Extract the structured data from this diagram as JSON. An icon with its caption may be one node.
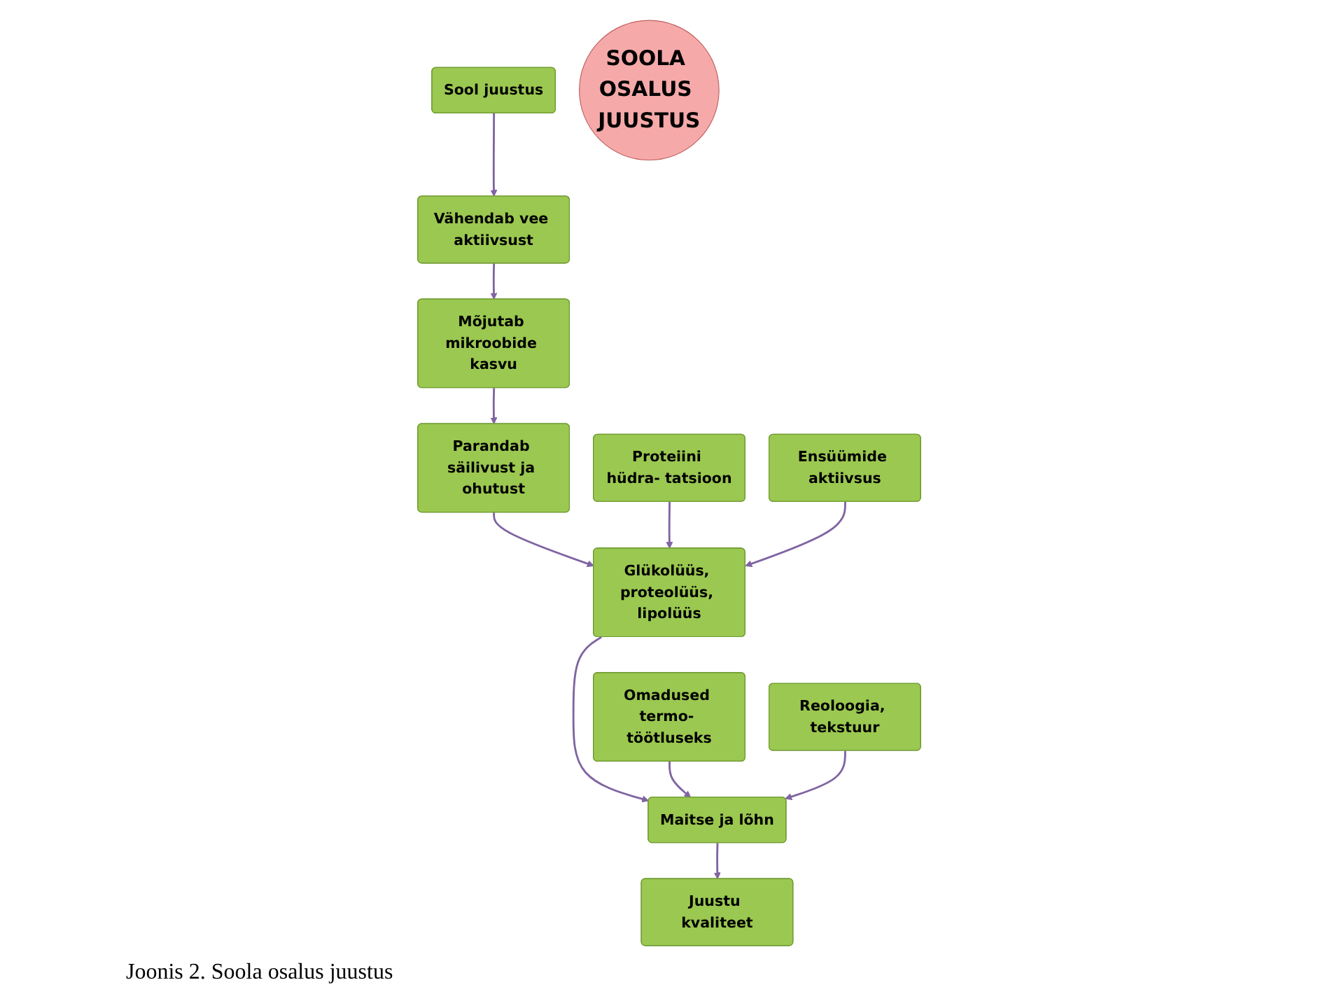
{
  "diagram": {
    "caption": "Joonis 2. Soola osalus juustus",
    "nodes": [
      {
        "text": [
          "Vähendab vee aktiivsust"
        ]
      },
      {
        "text": [
          "Mõjutab mikroobide kasvu"
        ]
      },
      {
        "text": [
          "Parandab säilivust ja ohutust"
        ]
      },
      {
        "text": [
          "Sool juustus"
        ]
      },
      {
        "text": [
          "SOOLA OSALUS JUUSTUS"
        ]
      },
      {
        "text": [
          "Proteiini hüdra- tatsioon"
        ]
      },
      {
        "text": [
          "Ensüümide aktiivsus"
        ]
      },
      {
        "text": [
          "Omadused termo- töötluseks"
        ]
      },
      {
        "text": [
          "Juustu kvaliteet"
        ]
      },
      {
        "text": [
          "Glükolüüs, proteolüüs, lipolüüs"
        ]
      },
      {
        "text": [
          "Maitse ja lõhn"
        ]
      },
      {
        "text": [
          "Reoloogia, tekstuur"
        ]
      }
    ],
    "edges": [
      {
        "from": 3,
        "to": 0,
        "arrow": "to"
      },
      {
        "from": 0,
        "to": 1,
        "arrow": "to"
      },
      {
        "from": 1,
        "to": 2,
        "arrow": "to"
      },
      {
        "from": 2,
        "to": 9,
        "arrow": "to"
      },
      {
        "from": 5,
        "to": 9,
        "arrow": "to"
      },
      {
        "from": 6,
        "to": 9,
        "arrow": "to"
      },
      {
        "from": 9,
        "to": 10,
        "arrow": "to"
      },
      {
        "from": 7,
        "to": 10,
        "arrow": "to"
      },
      {
        "from": 11,
        "to": 10,
        "arrow": "to"
      },
      {
        "from": 10,
        "to": 8,
        "arrow": "to"
      }
    ]
  }
}
